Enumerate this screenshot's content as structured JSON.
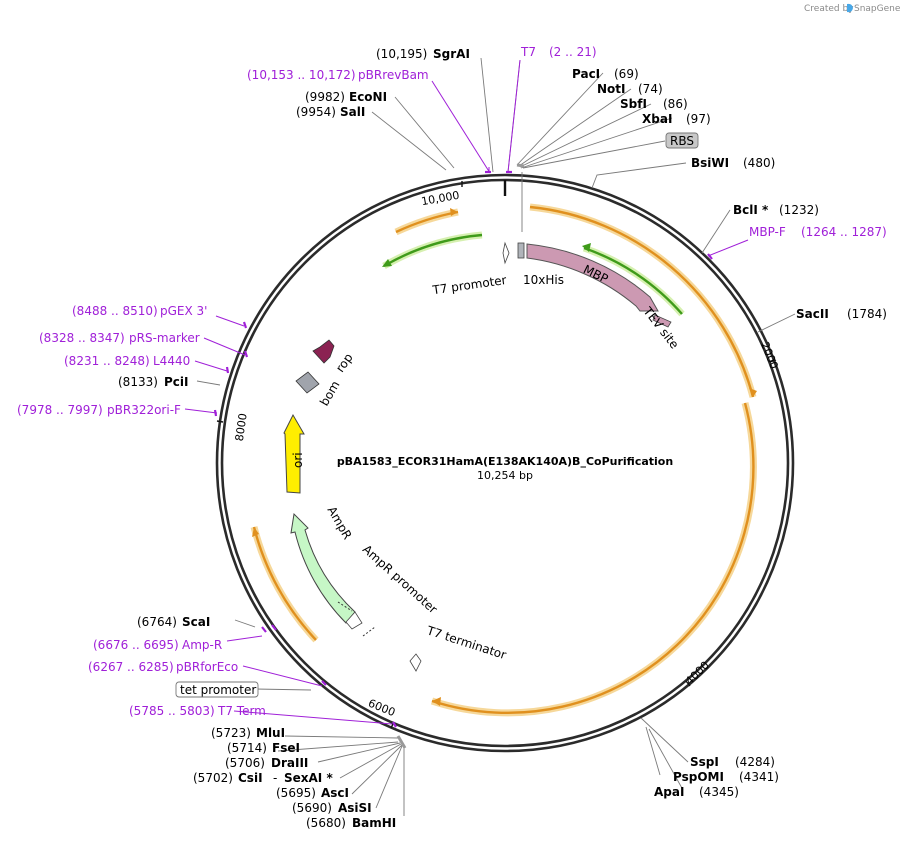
{
  "plasmid": {
    "name": "pBA1583_ECOR31HamA(E138AK140A)B_CoPurification",
    "size_label": "10,254 bp"
  },
  "credit": {
    "prefix": "Created by",
    "brand": "SnapGene",
    "icon": "snapgene-logo-icon"
  },
  "ticks": [
    "10,000",
    "2000",
    "4000",
    "6000",
    "8000"
  ],
  "enzymes_top": [
    {
      "pos": "(10,195)",
      "name": "SgrAI"
    },
    {
      "pos": "(69)",
      "name": "PacI"
    },
    {
      "pos": "(74)",
      "name": "NotI"
    },
    {
      "pos": "(86)",
      "name": "SbfI"
    },
    {
      "pos": "(97)",
      "name": "XbaI"
    },
    {
      "pos": "(480)",
      "name": "BsiWI"
    },
    {
      "pos": "(1232)",
      "name": "BclI *"
    },
    {
      "pos": "(1784)",
      "name": "SacII"
    },
    {
      "pos": "(9982)",
      "name": "EcoNI"
    },
    {
      "pos": "(9954)",
      "name": "SalI"
    },
    {
      "pos": "(8133)",
      "name": "PciI"
    },
    {
      "pos": "(6764)",
      "name": "ScaI"
    }
  ],
  "enzymes_bottom_right": [
    {
      "pos": "(4284)",
      "name": "SspI"
    },
    {
      "pos": "(4341)",
      "name": "PspOMI"
    },
    {
      "pos": "(4345)",
      "name": "ApaI"
    }
  ],
  "enzymes_bottom_left": [
    {
      "pos": "(5723)",
      "name": "MluI"
    },
    {
      "pos": "(5714)",
      "name": "FseI"
    },
    {
      "pos": "(5706)",
      "name": "DraIII"
    },
    {
      "pos": "(5702)",
      "name": "CsiI",
      "joiner": "-",
      "name2": "SexAI *"
    },
    {
      "pos": "(5695)",
      "name": "AscI"
    },
    {
      "pos": "(5690)",
      "name": "AsiSI"
    },
    {
      "pos": "(5680)",
      "name": "BamHI"
    }
  ],
  "primers": [
    {
      "name": "T7",
      "range": "(2 .. 21)"
    },
    {
      "name": "pBRrevBam",
      "range": "(10,153 .. 10,172)"
    },
    {
      "name": "MBP-F",
      "range": "(1264 .. 1287)"
    },
    {
      "name": "pGEX 3'",
      "range": "(8488 .. 8510)"
    },
    {
      "name": "pRS-marker",
      "range": "(8328 .. 8347)"
    },
    {
      "name": "L4440",
      "range": "(8231 .. 8248)"
    },
    {
      "name": "pBR322ori-F",
      "range": "(7978 .. 7997)"
    },
    {
      "name": "Amp-R",
      "range": "(6676 .. 6695)"
    },
    {
      "name": "pBRforEco",
      "range": "(6267 .. 6285)"
    },
    {
      "name": "T7 Term",
      "range": "(5785 .. 5803)"
    }
  ],
  "boxed_labels": [
    "RBS",
    "tet promoter"
  ],
  "features": {
    "t7_promoter": "T7 promoter",
    "his": "10xHis",
    "mbp": "MBP",
    "tev": "TEV site",
    "rop": "rop",
    "bom": "bom",
    "ori": "ori",
    "ampr": "AmpR",
    "ampr_promoter": "AmpR promoter",
    "t7_terminator": "T7 terminator"
  },
  "colors": {
    "backbone": "#2b2b2b",
    "primer": "#a020d8",
    "orf_arrow": "#e0901e",
    "orf_glow": "#f6d89a",
    "green_arrow": "#3f9b1a",
    "green_glow": "#d6f0b0",
    "mbp": "#cc99b2",
    "rop": "#8b2252",
    "bom": "#a0a4ac",
    "ori": "#ffee00",
    "ampr": "#c6f7c6",
    "line": "#7a7a7a"
  }
}
